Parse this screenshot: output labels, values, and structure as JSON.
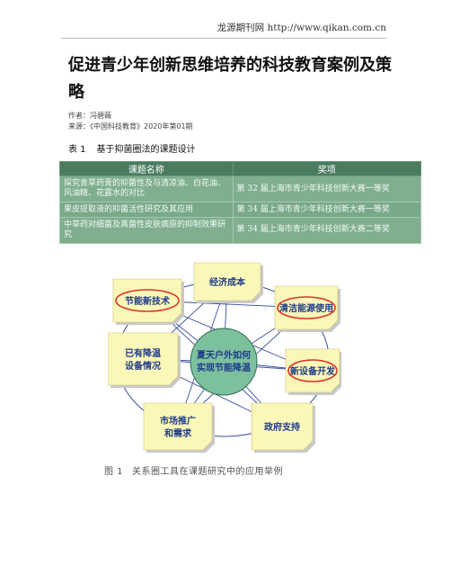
{
  "header": {
    "site": "龙源期刊网 http://www.qikan.com.cn"
  },
  "article": {
    "title": "促进青少年创新思维培养的科技教育案例及策略",
    "author": "作者：冯碧薇",
    "source": "来源：《中国科技教育》2020年第01期"
  },
  "table1": {
    "number": "表 1",
    "caption": "基于抑菌圈法的课题设计",
    "headers": [
      "课题名称",
      "奖项"
    ],
    "rows": [
      [
        "探究青草药膏的抑菌性及与清凉油、白花油、风油精、花露水的对比",
        "第 32 届上海市青少年科技创新大赛一等奖"
      ],
      [
        "果皮提取液的抑菌活性研究及其应用",
        "第 34 届上海市青少年科技创新大赛一等奖"
      ],
      [
        "中草药对细菌及真菌性皮肤病原的抑制效果研究",
        "第 34 届上海市青少年科技创新大赛二等奖"
      ]
    ]
  },
  "figure1": {
    "number": "图 1",
    "caption": "关系圈工具在课题研究中的应用举例",
    "center": [
      "夏天户外如何",
      "实现节能降温"
    ],
    "notes": [
      {
        "lines": [
          "经济成本"
        ],
        "circled": false
      },
      {
        "lines": [
          "清洁能源使用"
        ],
        "circled": true
      },
      {
        "lines": [
          "新设备开发"
        ],
        "circled": true
      },
      {
        "lines": [
          "政府支持"
        ],
        "circled": false
      },
      {
        "lines": [
          "市场推广",
          "和需求"
        ],
        "circled": false
      },
      {
        "lines": [
          "已有降温",
          "设备情况"
        ],
        "circled": false
      },
      {
        "lines": [
          "节能新技术"
        ],
        "circled": true
      }
    ],
    "colors": {
      "note": "#fbf7b8",
      "center": "#7cc09e",
      "circle": "#d9352b",
      "line": "#3a4f9c"
    }
  }
}
